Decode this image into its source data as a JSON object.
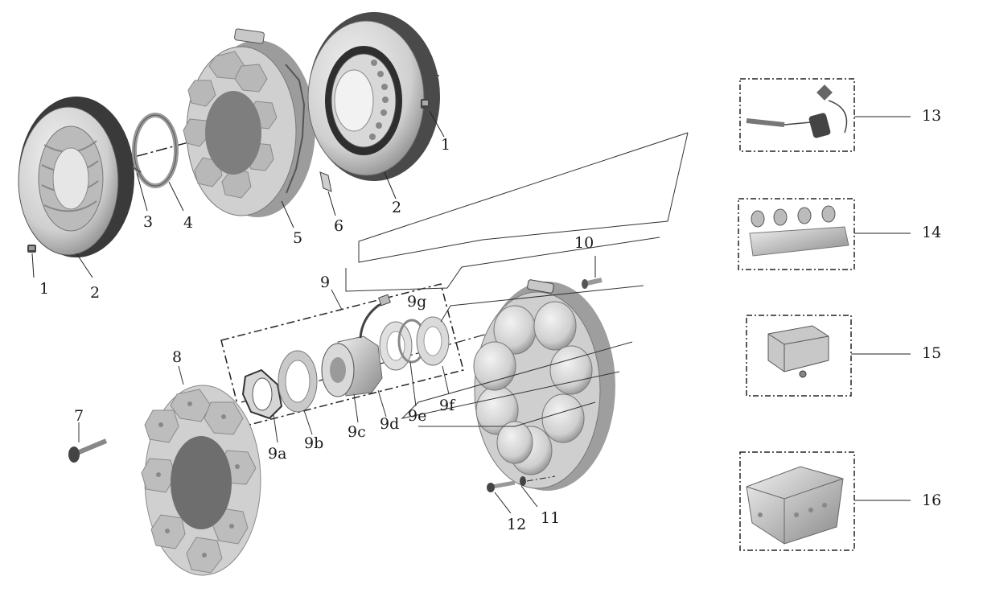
{
  "diagram": {
    "callouts": {
      "c1_left": "1",
      "c2_left": "2",
      "c3": "3",
      "c4": "4",
      "c5": "5",
      "c6": "6",
      "c2_right": "2",
      "c1_right": "1",
      "c7": "7",
      "c8": "8",
      "c9": "9",
      "c9a": "9a",
      "c9b": "9b",
      "c9c": "9c",
      "c9d": "9d",
      "c9e": "9e",
      "c9f": "9f",
      "c9g": "9g",
      "c10": "10",
      "c11": "11",
      "c12": "12",
      "c13": "13",
      "c14": "14",
      "c15": "15",
      "c16": "16"
    },
    "colors": {
      "line": "#222222",
      "part_light": "#d6d6d6",
      "part_mid": "#a8a8a8",
      "part_dark": "#4a4a4a",
      "hub_dark": "#6e6e6e"
    }
  }
}
